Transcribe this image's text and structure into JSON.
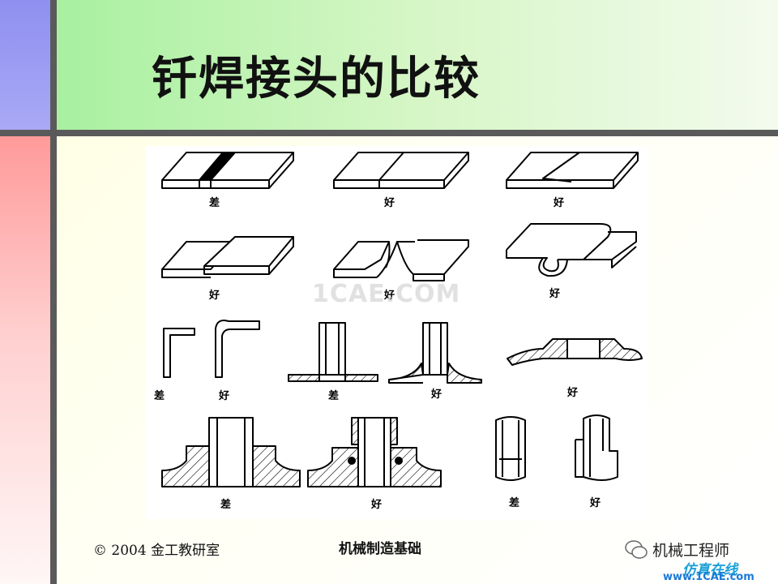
{
  "slide": {
    "title": "钎焊接头的比较",
    "footer_left": "© 2004 金工教研室",
    "footer_center": "机械制造基础"
  },
  "diagram": {
    "labels": {
      "r1c1": "差",
      "r1c2": "好",
      "r1c3": "好",
      "r2c1": "好",
      "r2c2": "好",
      "r2c3": "好",
      "r3a": "差",
      "r3b": "好",
      "r3c": "差",
      "r3d": "好",
      "r3e": "好",
      "r4a": "差",
      "r4b": "好",
      "r4c": "差",
      "r4d": "好"
    },
    "center_watermark": "1CAE.COM"
  },
  "watermark": {
    "brand": "机械工程师",
    "tagline": "仿真在线",
    "url": "www.1CAE.com"
  }
}
